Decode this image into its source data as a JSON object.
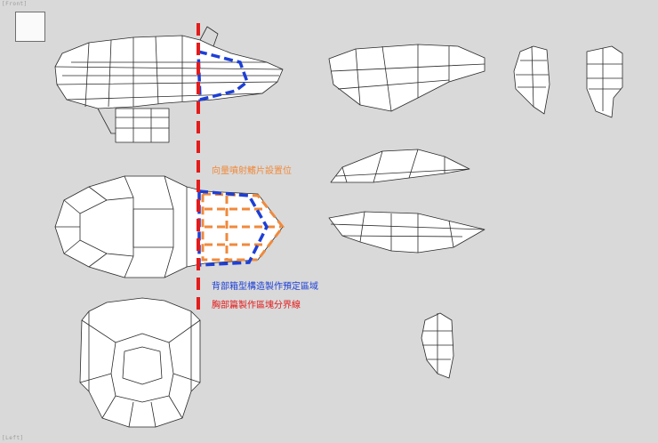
{
  "viewport": {
    "top_label": "[Front]",
    "bottom_label": "[Left]"
  },
  "annotations": {
    "vector_decal": "向量噴射鰭片設置位",
    "back_box_area": "背部箱型構造製作預定區域",
    "chest_split_line": "胸部篇製作區塊分界線"
  },
  "colors": {
    "background": "#d9d9d9",
    "mesh_line": "#2a2a2a",
    "mesh_fill": "#ffffff",
    "split_line": "#e41b1b",
    "back_area": "#1d3fd6",
    "fin_area": "#f08a3c"
  }
}
